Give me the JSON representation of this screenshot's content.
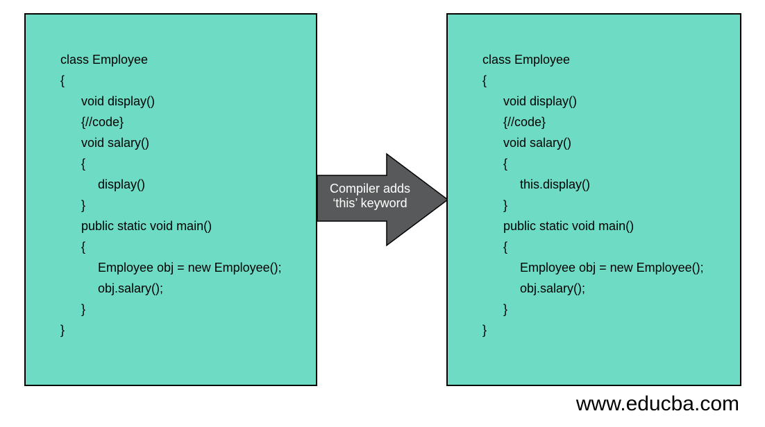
{
  "page": {
    "background": "#ffffff",
    "watermark": "www.educba.com"
  },
  "colors": {
    "box_fill": "#6edcc5",
    "box_border": "#000000",
    "arrow_fill": "#58595a",
    "arrow_border": "#000000",
    "arrow_text_color": "#ffffff",
    "code_text_color": "#000000"
  },
  "left_box": {
    "description": "code-before-compilation",
    "lines": [
      {
        "indent": 0,
        "text": "class Employee"
      },
      {
        "indent": 0,
        "text": "{"
      },
      {
        "indent": 1,
        "text": "void display()"
      },
      {
        "indent": 1,
        "text": "{//code}"
      },
      {
        "indent": 1,
        "text": "void salary()"
      },
      {
        "indent": 1,
        "text": "{"
      },
      {
        "indent": 2,
        "text": "display()"
      },
      {
        "indent": 1,
        "text": "}"
      },
      {
        "indent": 1,
        "text": "public static void main()"
      },
      {
        "indent": 1,
        "text": "{"
      },
      {
        "indent": 2,
        "text": "Employee obj = new Employee();"
      },
      {
        "indent": 2,
        "text": "obj.salary();"
      },
      {
        "indent": 1,
        "text": "}"
      },
      {
        "indent": 0,
        "text": "}"
      }
    ]
  },
  "arrow": {
    "label_line1": "Compiler adds",
    "label_line2": "‘this’ keyword"
  },
  "right_box": {
    "description": "code-after-compiler-adds-this",
    "lines": [
      {
        "indent": 0,
        "text": "class Employee"
      },
      {
        "indent": 0,
        "text": "{"
      },
      {
        "indent": 1,
        "text": "void display()"
      },
      {
        "indent": 1,
        "text": "{//code}"
      },
      {
        "indent": 1,
        "text": "void salary()"
      },
      {
        "indent": 1,
        "text": "{"
      },
      {
        "indent": 2,
        "text": "this.display()"
      },
      {
        "indent": 1,
        "text": "}"
      },
      {
        "indent": 1,
        "text": "public static void main()"
      },
      {
        "indent": 1,
        "text": "{"
      },
      {
        "indent": 2,
        "text": "Employee obj = new Employee();"
      },
      {
        "indent": 2,
        "text": "obj.salary();"
      },
      {
        "indent": 1,
        "text": "}"
      },
      {
        "indent": 0,
        "text": "}"
      }
    ]
  }
}
